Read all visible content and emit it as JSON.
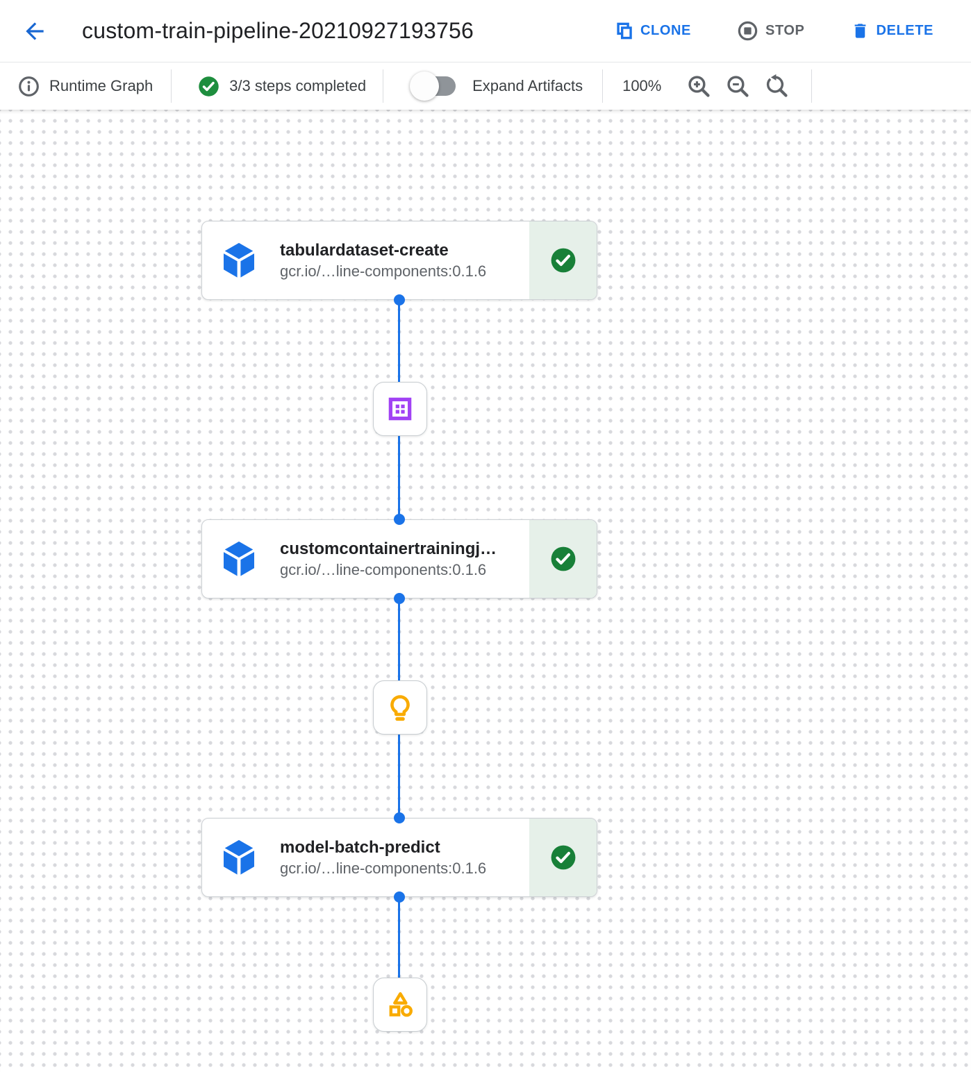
{
  "header": {
    "title": "custom-train-pipeline-20210927193756",
    "actions": {
      "clone": "CLONE",
      "stop": "STOP",
      "delete": "DELETE"
    }
  },
  "toolbar": {
    "view_label": "Runtime Graph",
    "steps_status": "3/3 steps completed",
    "expand_toggle_label": "Expand Artifacts",
    "expand_toggle_state": "off",
    "zoom_level": "100%"
  },
  "graph": {
    "nodes": [
      {
        "title": "tabulardataset-create",
        "image": "gcr.io/…line-components:0.1.6",
        "status": "completed",
        "icon": "pipeline-component-cube-icon"
      },
      {
        "title": "customcontainertrainingj…",
        "image": "gcr.io/…line-components:0.1.6",
        "status": "completed",
        "icon": "pipeline-component-cube-icon"
      },
      {
        "title": "model-batch-predict",
        "image": "gcr.io/…line-components:0.1.6",
        "status": "completed",
        "icon": "pipeline-component-cube-icon"
      }
    ],
    "artifacts": [
      {
        "type": "dataset",
        "icon": "dataset-icon"
      },
      {
        "type": "model",
        "icon": "model-lightbulb-icon"
      },
      {
        "type": "artifact",
        "icon": "artifact-shapes-icon"
      }
    ]
  },
  "colors": {
    "accent_blue": "#1a73e8",
    "success_green": "#188038",
    "success_bg": "#e6f0e9",
    "dataset_purple": "#a142f4",
    "artifact_amber": "#f9ab00",
    "muted_gray": "#5f6368"
  }
}
